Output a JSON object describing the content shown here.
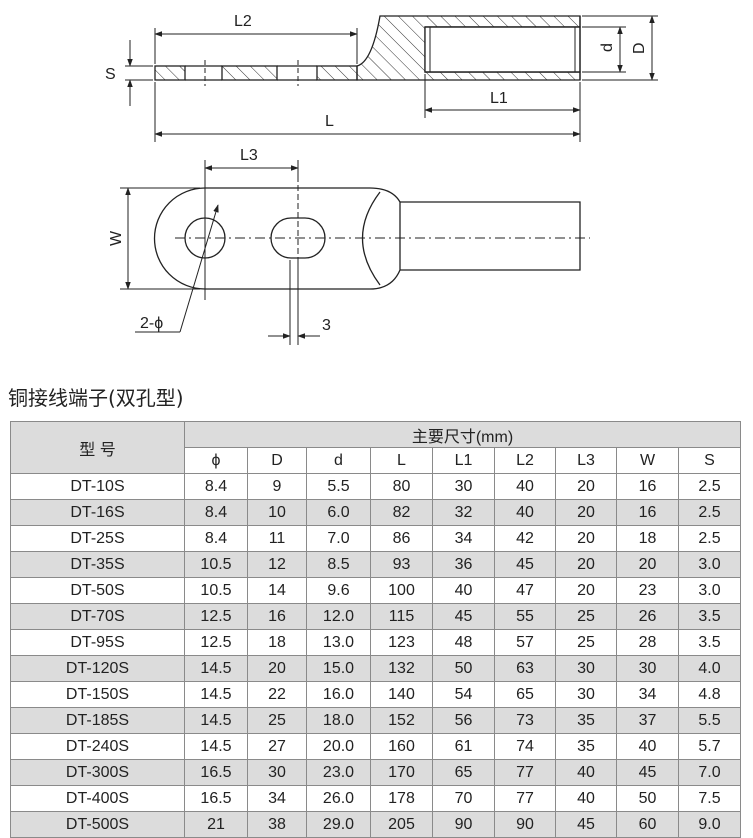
{
  "drawing": {
    "side_view_labels": {
      "l2": "L2",
      "s": "S",
      "d": "d",
      "D": "D",
      "l1": "L1",
      "l": "L"
    },
    "top_view_labels": {
      "l3": "L3",
      "w": "W",
      "hole": "2-ϕ",
      "gap": "3"
    }
  },
  "caption": "铜接线端子(双孔型)",
  "table": {
    "model_header": "型 号",
    "dims_header": "主要尺寸(mm)",
    "columns": [
      "ϕ",
      "D",
      "d",
      "L",
      "L1",
      "L2",
      "L3",
      "W",
      "S"
    ],
    "rows": [
      {
        "model": "DT-10S",
        "values": [
          "8.4",
          "9",
          "5.5",
          "80",
          "30",
          "40",
          "20",
          "16",
          "2.5"
        ]
      },
      {
        "model": "DT-16S",
        "values": [
          "8.4",
          "10",
          "6.0",
          "82",
          "32",
          "40",
          "20",
          "16",
          "2.5"
        ]
      },
      {
        "model": "DT-25S",
        "values": [
          "8.4",
          "11",
          "7.0",
          "86",
          "34",
          "42",
          "20",
          "18",
          "2.5"
        ]
      },
      {
        "model": "DT-35S",
        "values": [
          "10.5",
          "12",
          "8.5",
          "93",
          "36",
          "45",
          "20",
          "20",
          "3.0"
        ]
      },
      {
        "model": "DT-50S",
        "values": [
          "10.5",
          "14",
          "9.6",
          "100",
          "40",
          "47",
          "20",
          "23",
          "3.0"
        ]
      },
      {
        "model": "DT-70S",
        "values": [
          "12.5",
          "16",
          "12.0",
          "115",
          "45",
          "55",
          "25",
          "26",
          "3.5"
        ]
      },
      {
        "model": "DT-95S",
        "values": [
          "12.5",
          "18",
          "13.0",
          "123",
          "48",
          "57",
          "25",
          "28",
          "3.5"
        ]
      },
      {
        "model": "DT-120S",
        "values": [
          "14.5",
          "20",
          "15.0",
          "132",
          "50",
          "63",
          "30",
          "30",
          "4.0"
        ]
      },
      {
        "model": "DT-150S",
        "values": [
          "14.5",
          "22",
          "16.0",
          "140",
          "54",
          "65",
          "30",
          "34",
          "4.8"
        ]
      },
      {
        "model": "DT-185S",
        "values": [
          "14.5",
          "25",
          "18.0",
          "152",
          "56",
          "73",
          "35",
          "37",
          "5.5"
        ]
      },
      {
        "model": "DT-240S",
        "values": [
          "14.5",
          "27",
          "20.0",
          "160",
          "61",
          "74",
          "35",
          "40",
          "5.7"
        ]
      },
      {
        "model": "DT-300S",
        "values": [
          "16.5",
          "30",
          "23.0",
          "170",
          "65",
          "77",
          "40",
          "45",
          "7.0"
        ]
      },
      {
        "model": "DT-400S",
        "values": [
          "16.5",
          "34",
          "26.0",
          "178",
          "70",
          "77",
          "40",
          "50",
          "7.5"
        ]
      },
      {
        "model": "DT-500S",
        "values": [
          "21",
          "38",
          "29.0",
          "205",
          "90",
          "90",
          "45",
          "60",
          "9.0"
        ]
      }
    ]
  }
}
